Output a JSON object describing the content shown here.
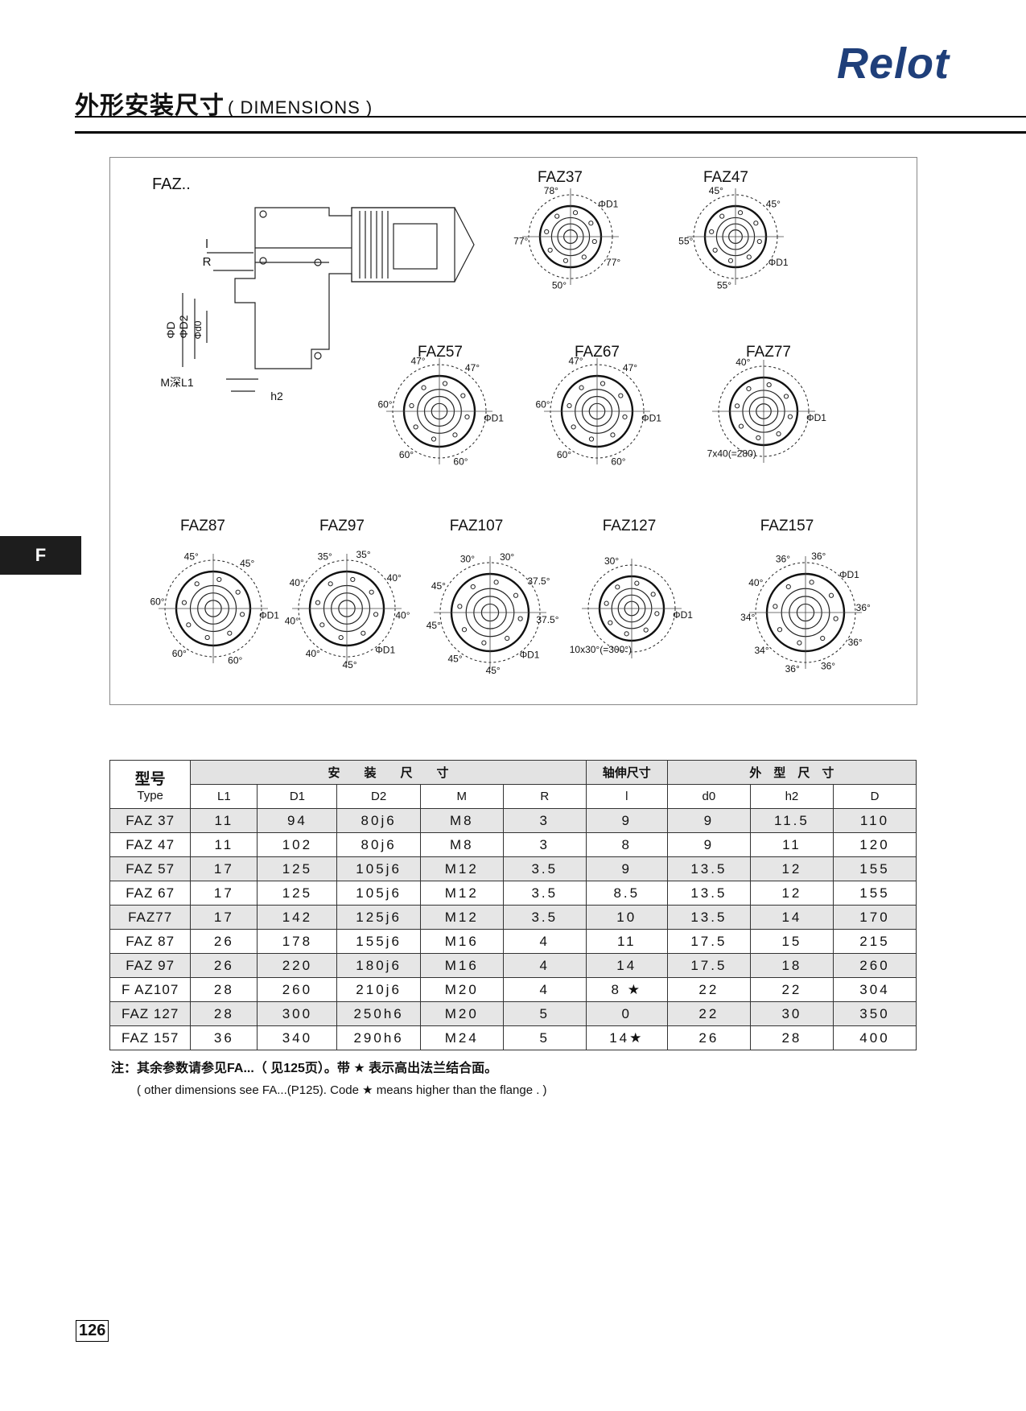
{
  "header": {
    "logo_text": "Relot",
    "title_cn": "外形安装尺寸",
    "title_en": "( DIMENSIONS )"
  },
  "side_tab": "F",
  "figure": {
    "main_label": "FAZ..",
    "dim_labels": [
      "l",
      "R",
      "ΦD",
      "ΦD2",
      "Φd0",
      "M深L1",
      "h2"
    ],
    "flanges": [
      {
        "name": "FAZ37",
        "angles": [
          "78°",
          "ΦD1",
          "77°",
          "50°",
          "77°"
        ]
      },
      {
        "name": "FAZ47",
        "angles": [
          "45°",
          "45°",
          "ΦD1",
          "55°",
          "55°"
        ]
      },
      {
        "name": "FAZ57",
        "angles": [
          "47°",
          "47°",
          "ΦD1",
          "60°",
          "60°",
          "60°"
        ]
      },
      {
        "name": "FAZ67",
        "angles": [
          "47°",
          "47°",
          "ΦD1",
          "60°",
          "60°",
          "60°"
        ]
      },
      {
        "name": "FAZ77",
        "angles": [
          "40°",
          "ΦD1",
          "7x40(=280)"
        ]
      },
      {
        "name": "FAZ87",
        "angles": [
          "45°",
          "45°",
          "ΦD1",
          "60°",
          "60°",
          "60°"
        ]
      },
      {
        "name": "FAZ97",
        "angles": [
          "35°",
          "35°",
          "40°",
          "40°",
          "ΦD1",
          "45°",
          "40°",
          "40°",
          "40°"
        ]
      },
      {
        "name": "FAZ107",
        "angles": [
          "30°",
          "30°",
          "37.5°",
          "37.5°",
          "ΦD1",
          "45°",
          "45°",
          "45°",
          "45°"
        ]
      },
      {
        "name": "FAZ127",
        "angles": [
          "30°",
          "ΦD1",
          "10x30°(=300°)"
        ]
      },
      {
        "name": "FAZ157",
        "angles": [
          "36°",
          "36°",
          "ΦD1",
          "36°",
          "36°",
          "36°",
          "36°",
          "34°",
          "34°",
          "40°"
        ]
      }
    ]
  },
  "table": {
    "header_type_cn": "型号",
    "header_type_en": "Type",
    "group_install": "安　　装　　尺　　寸",
    "group_shaft": "轴伸尺寸",
    "group_outer": "外　型　尺　寸",
    "columns": [
      "L1",
      "D1",
      "D2",
      "M",
      "R",
      "l",
      "d0",
      "h2",
      "D"
    ],
    "rows": [
      {
        "type": "FAZ 37",
        "cells": [
          "11",
          "94",
          "80j6",
          "M8",
          "3",
          "9",
          "9",
          "11.5",
          "110"
        ]
      },
      {
        "type": "FAZ 47",
        "cells": [
          "11",
          "102",
          "80j6",
          "M8",
          "3",
          "8",
          "9",
          "11",
          "120"
        ]
      },
      {
        "type": "FAZ 57",
        "cells": [
          "17",
          "125",
          "105j6",
          "M12",
          "3.5",
          "9",
          "13.5",
          "12",
          "155"
        ]
      },
      {
        "type": "FAZ 67",
        "cells": [
          "17",
          "125",
          "105j6",
          "M12",
          "3.5",
          "8.5",
          "13.5",
          "12",
          "155"
        ]
      },
      {
        "type": "FAZ77",
        "cells": [
          "17",
          "142",
          "125j6",
          "M12",
          "3.5",
          "10",
          "13.5",
          "14",
          "170"
        ]
      },
      {
        "type": "FAZ 87",
        "cells": [
          "26",
          "178",
          "155j6",
          "M16",
          "4",
          "11",
          "17.5",
          "15",
          "215"
        ]
      },
      {
        "type": "FAZ 97",
        "cells": [
          "26",
          "220",
          "180j6",
          "M16",
          "4",
          "14",
          "17.5",
          "18",
          "260"
        ]
      },
      {
        "type": "F AZ107",
        "cells": [
          "28",
          "260",
          "210j6",
          "M20",
          "4",
          "8 ★",
          "22",
          "22",
          "304"
        ]
      },
      {
        "type": "FAZ 127",
        "cells": [
          "28",
          "300",
          "250h6",
          "M20",
          "5",
          "0",
          "22",
          "30",
          "350"
        ]
      },
      {
        "type": "FAZ 157",
        "cells": [
          "36",
          "340",
          "290h6",
          "M24",
          "5",
          "14★",
          "26",
          "28",
          "400"
        ]
      }
    ]
  },
  "notes": {
    "cn": "注：其余参数请参见FA...（ 见125页）。带 ★ 表示高出法兰结合面。",
    "en": "( other dimensions see FA...(P125). Code ★ means higher than the flange . )"
  },
  "page_number": "126"
}
